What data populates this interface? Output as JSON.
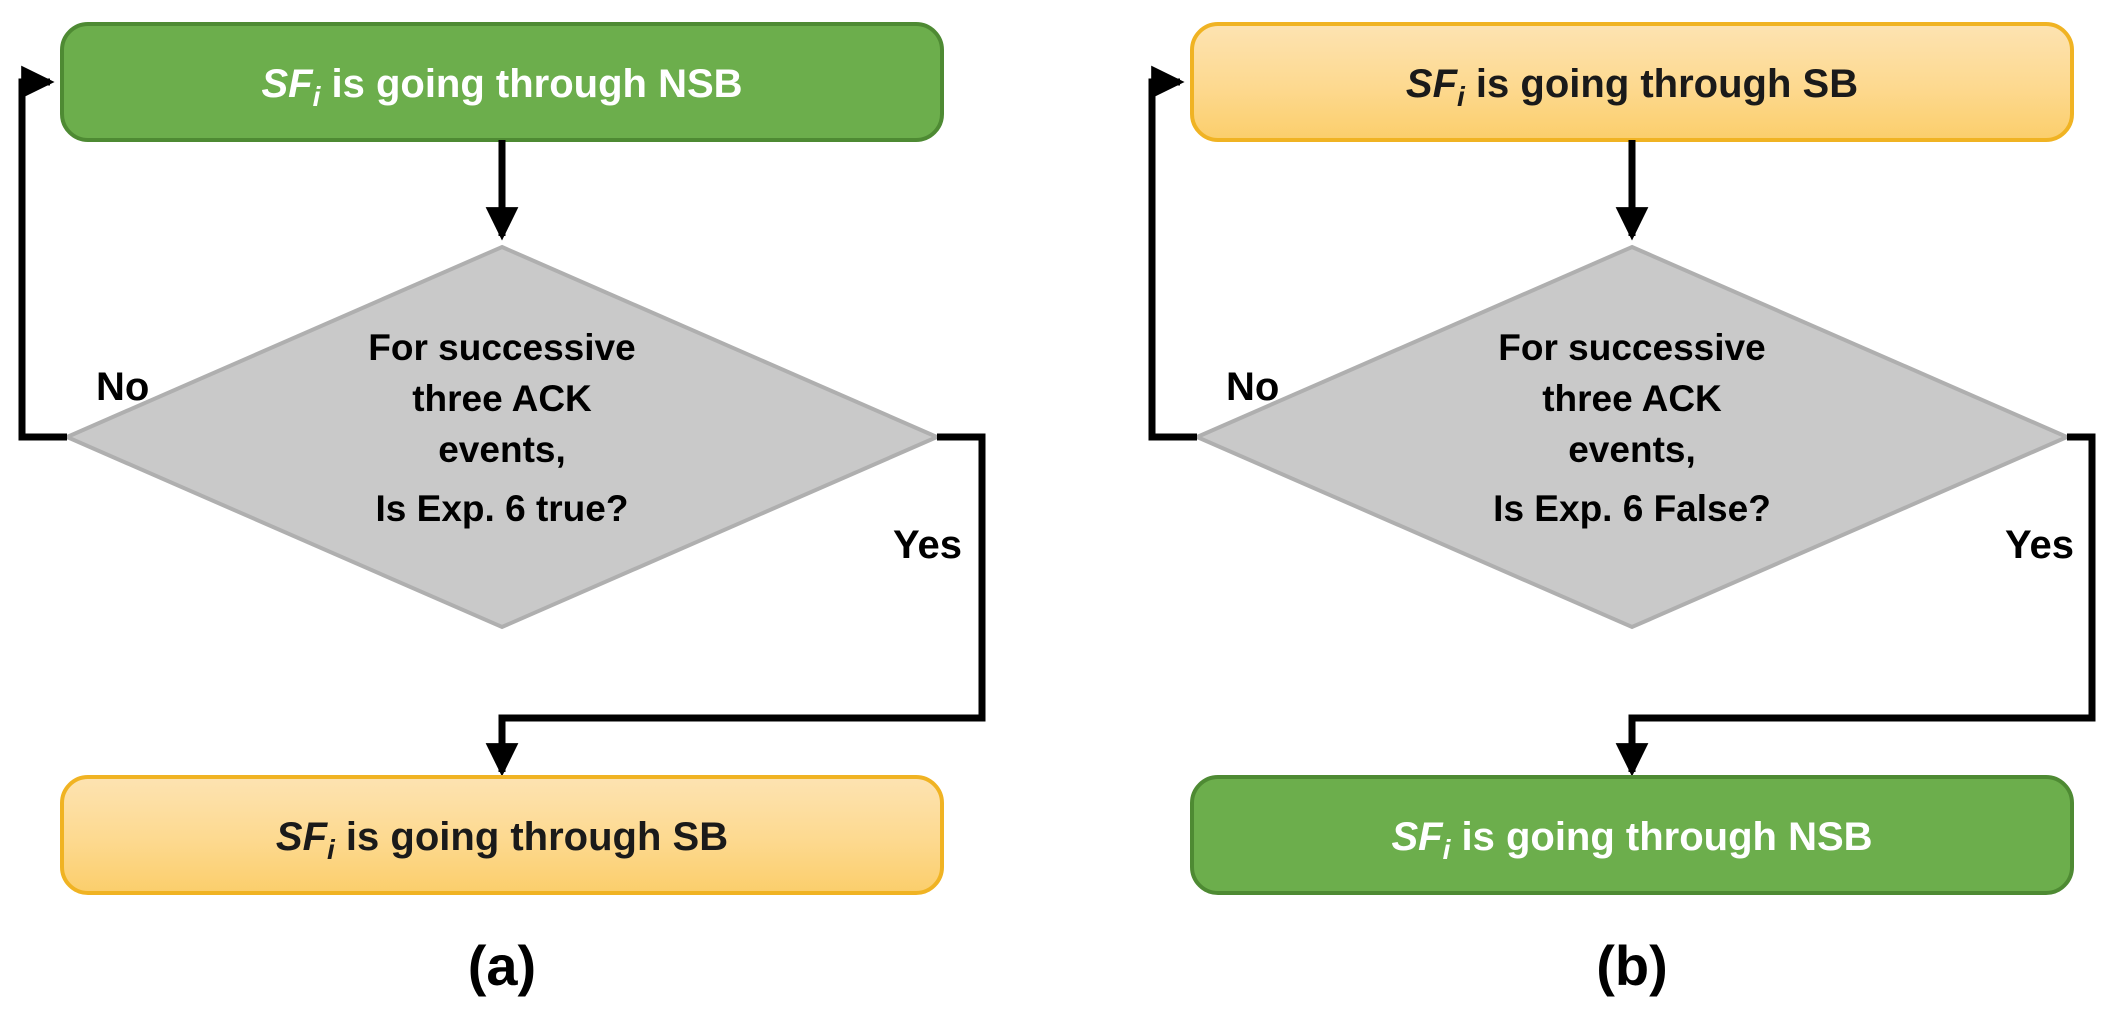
{
  "figure": {
    "type": "flowchart",
    "background": "#ffffff",
    "panels": [
      {
        "id": "a",
        "caption": "(a)",
        "top_box": {
          "label_prefix": "SF",
          "label_subscript": "i",
          "label_rest": " is going through NSB",
          "full_text": "SFi is going through NSB",
          "fill": "#6CAE4C",
          "border": "#4E8A33",
          "text_color": "#ffffff",
          "shape": "rounded-rectangle"
        },
        "decision": {
          "lines": [
            "For successive",
            "three ACK",
            "events,",
            "Is Exp. 6 true?"
          ],
          "fill": "#C9C9C9",
          "border": "#A9A9A9",
          "text_color": "#000000",
          "shape": "diamond"
        },
        "bottom_box": {
          "label_prefix": "SF",
          "label_subscript": "i",
          "label_rest": " is going through SB",
          "full_text": "SFi is going through SB",
          "fill_top": "#FDE0AA",
          "fill_bottom": "#FCD172",
          "border": "#F0B323",
          "text_color": "#1a1a1a",
          "shape": "rounded-rectangle"
        },
        "edges": [
          {
            "name": "top-to-decision",
            "label": "",
            "from": "top_box",
            "to": "decision"
          },
          {
            "name": "decision-no",
            "label": "No",
            "from": "decision",
            "to": "top_box"
          },
          {
            "name": "decision-yes",
            "label": "Yes",
            "from": "decision",
            "to": "bottom_box"
          }
        ]
      },
      {
        "id": "b",
        "caption": "(b)",
        "top_box": {
          "label_prefix": "SF",
          "label_subscript": "i",
          "label_rest": " is going through SB",
          "full_text": "SFi is going through SB",
          "fill_top": "#FDE0AA",
          "fill_bottom": "#FCD172",
          "border": "#F0B323",
          "text_color": "#1a1a1a",
          "shape": "rounded-rectangle"
        },
        "decision": {
          "lines": [
            "For successive",
            "three ACK",
            "events,",
            "Is Exp. 6 False?"
          ],
          "fill": "#C9C9C9",
          "border": "#A9A9A9",
          "text_color": "#000000",
          "shape": "diamond"
        },
        "bottom_box": {
          "label_prefix": "SF",
          "label_subscript": "i",
          "label_rest": " is going through NSB",
          "full_text": "SFi is going through NSB",
          "fill": "#6CAE4C",
          "border": "#4E8A33",
          "text_color": "#ffffff",
          "shape": "rounded-rectangle"
        },
        "edges": [
          {
            "name": "top-to-decision",
            "label": "",
            "from": "top_box",
            "to": "decision"
          },
          {
            "name": "decision-no",
            "label": "No",
            "from": "decision",
            "to": "top_box"
          },
          {
            "name": "decision-yes",
            "label": "Yes",
            "from": "decision",
            "to": "bottom_box"
          }
        ]
      }
    ],
    "colors": {
      "green_fill": "#6CAE4C",
      "green_border": "#4E8A33",
      "orange_fill_top": "#FDE0AA",
      "orange_fill_bottom": "#FCD172",
      "orange_border": "#F0B323",
      "gray_fill": "#C9C9C9",
      "gray_border": "#A9A9A9",
      "connector": "#000000"
    }
  }
}
